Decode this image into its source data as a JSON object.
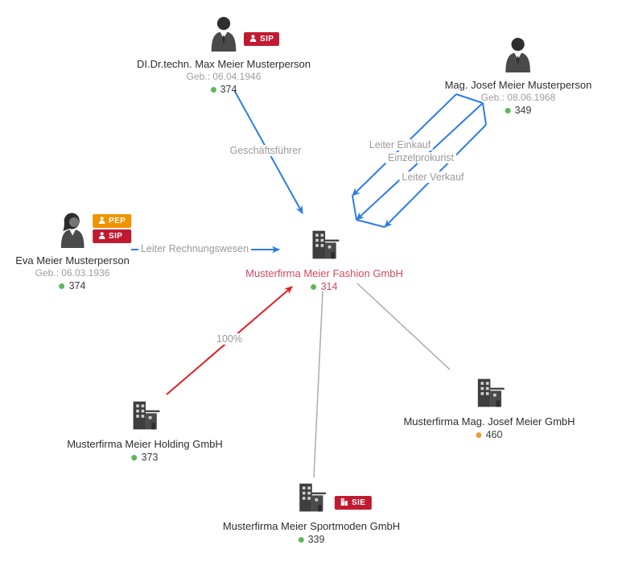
{
  "badges": {
    "sip": "SIP",
    "pep": "PEP",
    "sie": "SIE"
  },
  "nodes": {
    "max": {
      "type": "person",
      "name": "DI.Dr.techn. Max Meier Musterperson",
      "birth": "Geb.: 06.04.1946",
      "count": "374",
      "status": "green"
    },
    "josef": {
      "type": "person",
      "name": "Mag. Josef Meier Musterperson",
      "birth": "Geb.: 08.06.1968",
      "count": "349",
      "status": "green"
    },
    "eva": {
      "type": "person",
      "name": "Eva Meier Musterperson",
      "birth": "Geb.: 06.03.1936",
      "count": "374",
      "status": "green"
    },
    "fashion": {
      "type": "company",
      "name": "Musterfirma Meier Fashion GmbH",
      "count": "314",
      "status": "green",
      "selected": true
    },
    "holding": {
      "type": "company",
      "name": "Musterfirma Meier Holding GmbH",
      "count": "373",
      "status": "green"
    },
    "sportmoden": {
      "type": "company",
      "name": "Musterfirma Meier Sportmoden GmbH",
      "count": "339",
      "status": "green"
    },
    "josef_gmbh": {
      "type": "company",
      "name": "Musterfirma Mag. Josef Meier GmbH",
      "count": "460",
      "status": "orange"
    }
  },
  "edge_labels": {
    "geschaeftsfuehrer": "Geschäftsführer",
    "leiter_einkauf": "Leiter Einkauf",
    "einzelprokurist": "Einzelprokurist",
    "leiter_verkauf": "Leiter Verkauf",
    "leiter_rechnungswesen": "Leiter Rechnungswesen",
    "anteil": "100%"
  },
  "colors": {
    "edge_blue": "#2B7CE9",
    "edge_red": "#E22026",
    "edge_gray": "#ABABAB",
    "label_gray": "#9A9A9A",
    "selected_red": "#D14A5E",
    "status_green": "#5CB85C",
    "status_orange": "#EC9C3D",
    "badge_red": "#C11A30",
    "badge_orange": "#EF9400"
  }
}
